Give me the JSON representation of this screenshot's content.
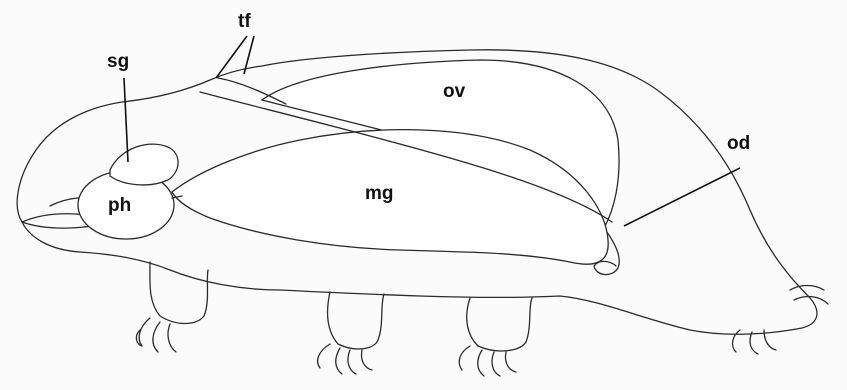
{
  "labels": {
    "tf": "tf",
    "sg": "sg",
    "ph": "ph",
    "ov": "ov",
    "mg": "mg",
    "od": "od"
  }
}
